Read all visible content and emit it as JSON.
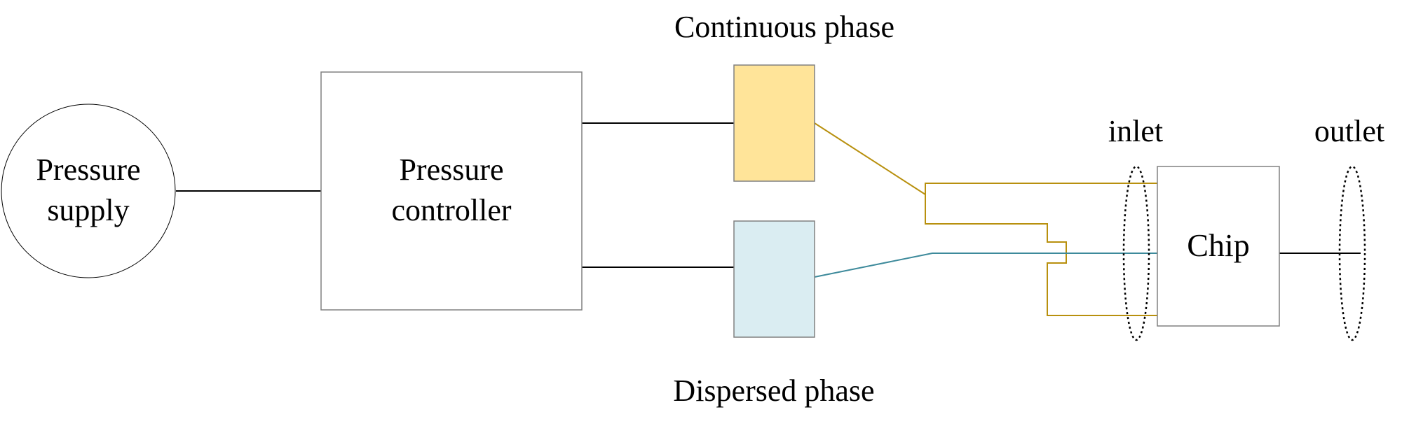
{
  "labels": {
    "pressure_supply_line1": "Pressure",
    "pressure_supply_line2": "supply",
    "pressure_controller_line1": "Pressure",
    "pressure_controller_line2": "controller",
    "continuous_phase": "Continuous phase",
    "dispersed_phase": "Dispersed phase",
    "chip": "Chip",
    "inlet": "inlet",
    "outlet": "outlet"
  },
  "colors": {
    "continuous_fill": "#FFE499",
    "dispersed_fill": "#DAEDF2",
    "continuous_line": "#B8900E",
    "dispersed_line": "#3D8A9B",
    "line": "#000000",
    "box_border": "#808080"
  }
}
